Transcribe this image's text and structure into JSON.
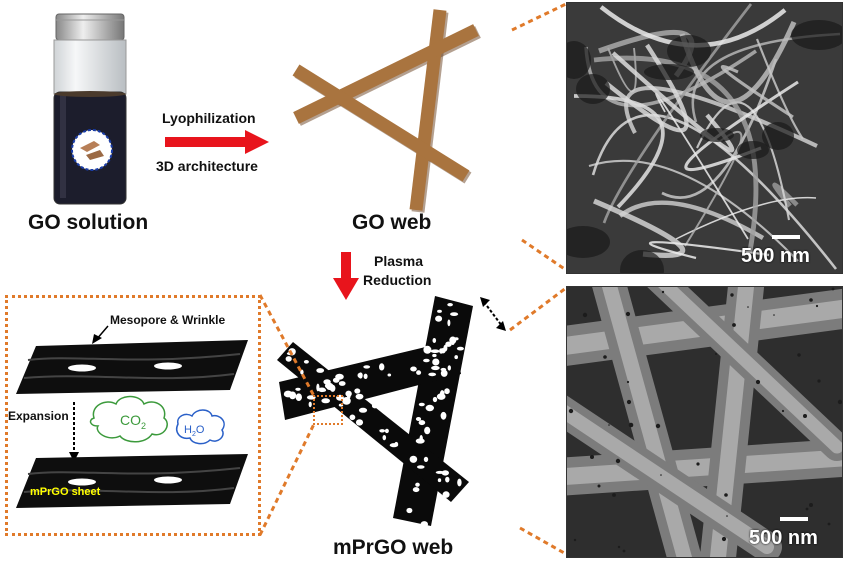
{
  "labels": {
    "go_solution": "GO solution",
    "go_web": "GO web",
    "mprgo_web": "mPrGO web",
    "step1_top": "Lyophilization",
    "step1_bottom": "3D architecture",
    "step2_top": "Plasma",
    "step2_bottom": "Reduction",
    "mesopore": "Mesopore & Wrinkle",
    "expansion": "Expansion",
    "sheet": "mPrGO sheet",
    "co2_main": "CO",
    "co2_sub": "2",
    "h2o_h": "H",
    "h2o_sub": "2",
    "h2o_o": "O",
    "scale_top": "500 nm",
    "scale_bottom": "500 nm"
  },
  "colors": {
    "arrow_red": "#e8141c",
    "dotted_orange": "#e07a2a",
    "go_fiber": "#a9743f",
    "cloud_green": "#3c9a3c",
    "cloud_blue": "#2a60c8",
    "sheet_label": "#ffff00"
  },
  "icons": [
    "vial-icon",
    "flake-icon",
    "red-arrow-icon",
    "double-arrow-icon",
    "cloud-icon"
  ]
}
